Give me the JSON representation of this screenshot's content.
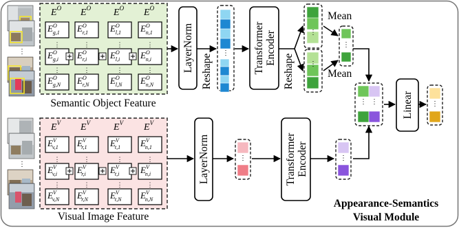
{
  "module_title_line1": "Appearance-Semantics",
  "module_title_line2": "Visual Module",
  "object_panel": {
    "label": "Semantic Object Feature",
    "header_bases": [
      "g",
      "r",
      "l",
      "n"
    ],
    "header_sup": "O",
    "row_subs": [
      "1",
      "i",
      "N"
    ]
  },
  "visual_panel": {
    "label": "Visual Image Feature",
    "header_bases": [
      "v",
      "r",
      "t",
      "n"
    ],
    "header_sup": "V",
    "row_subs": [
      "1",
      "i",
      "N"
    ]
  },
  "blocks": {
    "layernorm_label": "LayerNorm",
    "transformer_line1": "Transformer",
    "transformer_line2": "Encoder",
    "linear_label": "Linear"
  },
  "flow_labels": {
    "reshape": "Reshape",
    "mean": "Mean"
  },
  "colors": {
    "object_panel_fill": "#e3f1d5",
    "visual_panel_fill": "#fbe3e3",
    "token_blue_dark": "#1e88d2",
    "token_blue_light": "#8fd6f2",
    "token_green_dark": "#3ea33c",
    "token_green_mid": "#6fc55a",
    "token_green_light": "#b4e196",
    "token_pink_dark": "#ef7d87",
    "token_pink_light": "#f6b8bf",
    "token_purple_dark": "#8a55dd",
    "token_purple_light": "#d8c5f3",
    "token_yellow_dark": "#e1a61a",
    "token_yellow_light": "#fde19b"
  }
}
